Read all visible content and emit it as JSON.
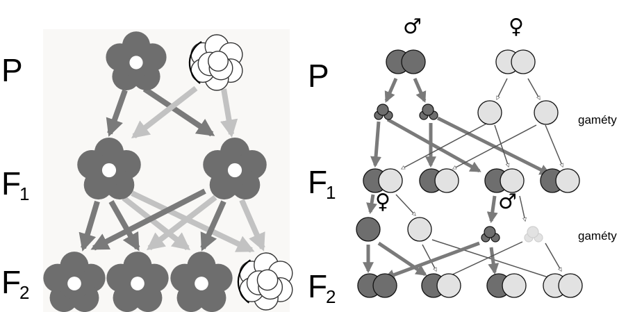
{
  "left_panel": {
    "gen_p": "P",
    "gen_f1_main": "F",
    "gen_f1_sub": "1",
    "gen_f2_main": "F",
    "gen_f2_sub": "2"
  },
  "right_panel": {
    "gen_p": "P",
    "gen_f1_main": "F",
    "gen_f1_sub": "1",
    "gen_f2_main": "F",
    "gen_f2_sub": "2",
    "male_symbol": "♂",
    "female_symbol": "♀",
    "gametes_label_1": "gaméty",
    "gametes_label_2": "gaméty"
  },
  "colors": {
    "dark": "#6e6e6e",
    "light": "#e2e2e2",
    "arrow_dark": "#7a7a7a",
    "arrow_light": "#c2c2c2",
    "panel_bg": "#f9f8f6"
  }
}
